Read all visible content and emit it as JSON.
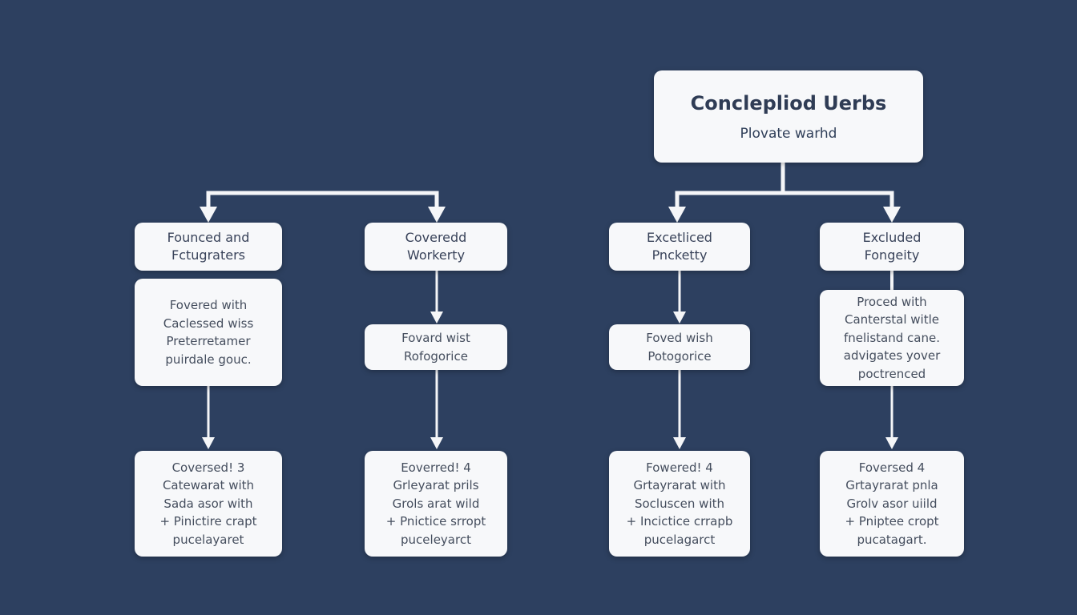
{
  "colors": {
    "background": "#2d4060",
    "box_fill": "#f7f8fa",
    "title_text": "#2f3c55",
    "body_text": "#454e5e",
    "arrow": "#f5f6f8"
  },
  "root": {
    "title": "Conclepliod Uerbs",
    "subtitle": "Plovate warhd"
  },
  "columns": [
    {
      "header": "Founced and\nFctugraters",
      "middle": "Fovered with\nCaclessed wiss\nPreterretamer\npuirdale gouc.",
      "bottom": "Coversed! 3\nCatewarat with\nSada asor with\n+ Pinictire crapt\npucelayaret"
    },
    {
      "header": "Coveredd\nWorkerty",
      "middle": "Fovard wist\nRofogorice",
      "bottom": "Eoverred! 4\nGrleyarat prils\nGrols arat wild\n+ Pnictice srropt\npuceleyarct"
    },
    {
      "header": "Excetliced\nPncketty",
      "middle": "Foved wish\nPotogorice",
      "bottom": "Fowered! 4\nGrtayrarat with\nSocluscen with\n+ Incictice crrapb\npucelagarct"
    },
    {
      "header": "Excluded\nFongeity",
      "middle": "Proced with\nCanterstal witle\nfnelistand cane.\nadvigates yover\npoctrenced",
      "bottom": "Foversed 4\nGrtayrarat pnla\nGrolv asor uiild\n+ Pniptee cropt\npucatagart."
    }
  ]
}
